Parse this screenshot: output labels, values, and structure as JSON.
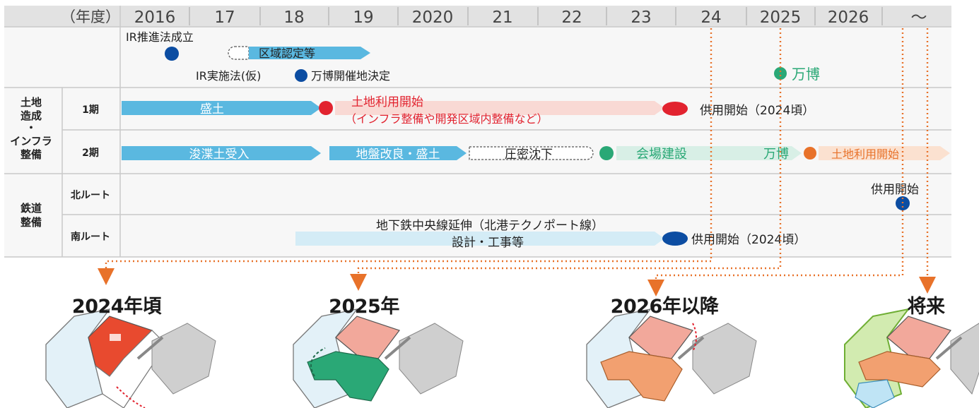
{
  "header": {
    "unit_label": "（年度）",
    "years": [
      "2016",
      "17",
      "18",
      "19",
      "2020",
      "21",
      "22",
      "23",
      "24",
      "2025",
      "2026",
      "～"
    ]
  },
  "category": {
    "land": "土地造成・インフラ整備",
    "land_lines": [
      "土地",
      "造成",
      "・",
      "インフラ",
      "整備"
    ],
    "phase1": "1期",
    "phase2": "2期",
    "rail": "鉄道整備",
    "rail_lines": [
      "鉄道",
      "整備"
    ],
    "north_route": "北ルート",
    "south_route": "南ルート"
  },
  "milestones_row": {
    "ir_promotion": "IR推進法成立",
    "area_cert": "区域認定等",
    "ir_implementation": "IR実施法(仮)",
    "expo_site": "万博開催地決定",
    "expo": "万博"
  },
  "phase1_row": {
    "fill": "盛土",
    "land_use_start": "土地利用開始",
    "land_use_sub": "（インフラ整備や開発区域内整備など）",
    "service_start": "供用開始（2024頃）"
  },
  "phase2_row": {
    "dredged_soil": "浚渫土受入",
    "ground_improvement": "地盤改良・盛土",
    "consolidation": "圧密沈下",
    "venue_construction": "会場建設",
    "expo": "万博",
    "land_use_start": "土地利用開始"
  },
  "north_route_row": {
    "service_start": "供用開始"
  },
  "south_route_row": {
    "extension": "地下鉄中央線延伸（北港テクノポート線）",
    "design": "設計・工事等",
    "service_start": "供用開始（2024頃）"
  },
  "maps": {
    "titles": [
      "2024年頃",
      "2025年",
      "2026年以降",
      "将来"
    ]
  },
  "colors": {
    "grid_bg": "#f7f7f7",
    "header_bg": "#e2e2e2",
    "blue_bar": "#5ab8e0",
    "pale_blue_bar": "#d4ecf6",
    "pink_bar": "#f9d9d4",
    "red_text": "#e2232f",
    "navy_dot": "#0c4da2",
    "green": "#2aa876",
    "orange": "#e8722a",
    "connector": "#e8722a"
  }
}
